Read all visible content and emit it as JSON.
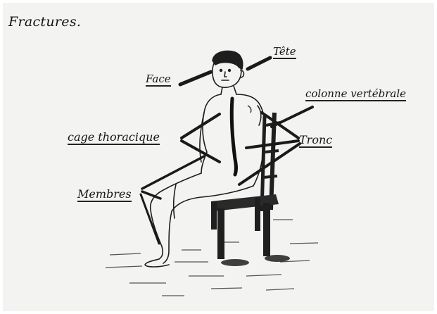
{
  "title": "Fractures.",
  "labels": {
    "tete": "Tête",
    "face": "Face",
    "colonne": "colonne vertébrale",
    "cage": "cage thoracique",
    "tronc": "Tronc",
    "membres": "Membres"
  },
  "colors": {
    "paper": "#f3f3f1",
    "ink": "#1a1a1a"
  }
}
